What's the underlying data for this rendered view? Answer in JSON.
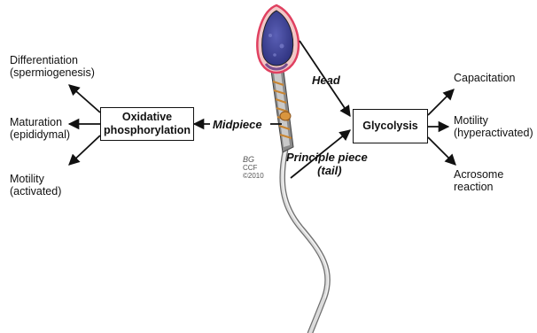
{
  "left_box": {
    "label": "Oxidative phosphorylation"
  },
  "right_box": {
    "label": "Glycolysis"
  },
  "regions": {
    "head": "Head",
    "midpiece": "Midpiece",
    "principal_line1": "Principle piece",
    "principal_line2": "(tail)"
  },
  "left_outcomes": [
    {
      "line1": "Differentiation",
      "line2": "(spermiogenesis)"
    },
    {
      "line1": "Maturation",
      "line2": "(epididymal)"
    },
    {
      "line1": "Motility",
      "line2": "(activated)"
    }
  ],
  "right_outcomes": [
    {
      "line1": "Capacitation",
      "line2": ""
    },
    {
      "line1": "Motility",
      "line2": "(hyperactivated)"
    },
    {
      "line1": "Acrosome",
      "line2": "reaction"
    }
  ],
  "credit": {
    "signature": "BG",
    "line1": "CCF",
    "line2": "©2010"
  },
  "colors": {
    "head_fill": "#4a4ea0",
    "acrosome_outline": "#e04060",
    "mitochondria": "#d08a3c",
    "tail_gray": "#b8b8b8",
    "ink": "#111111"
  }
}
